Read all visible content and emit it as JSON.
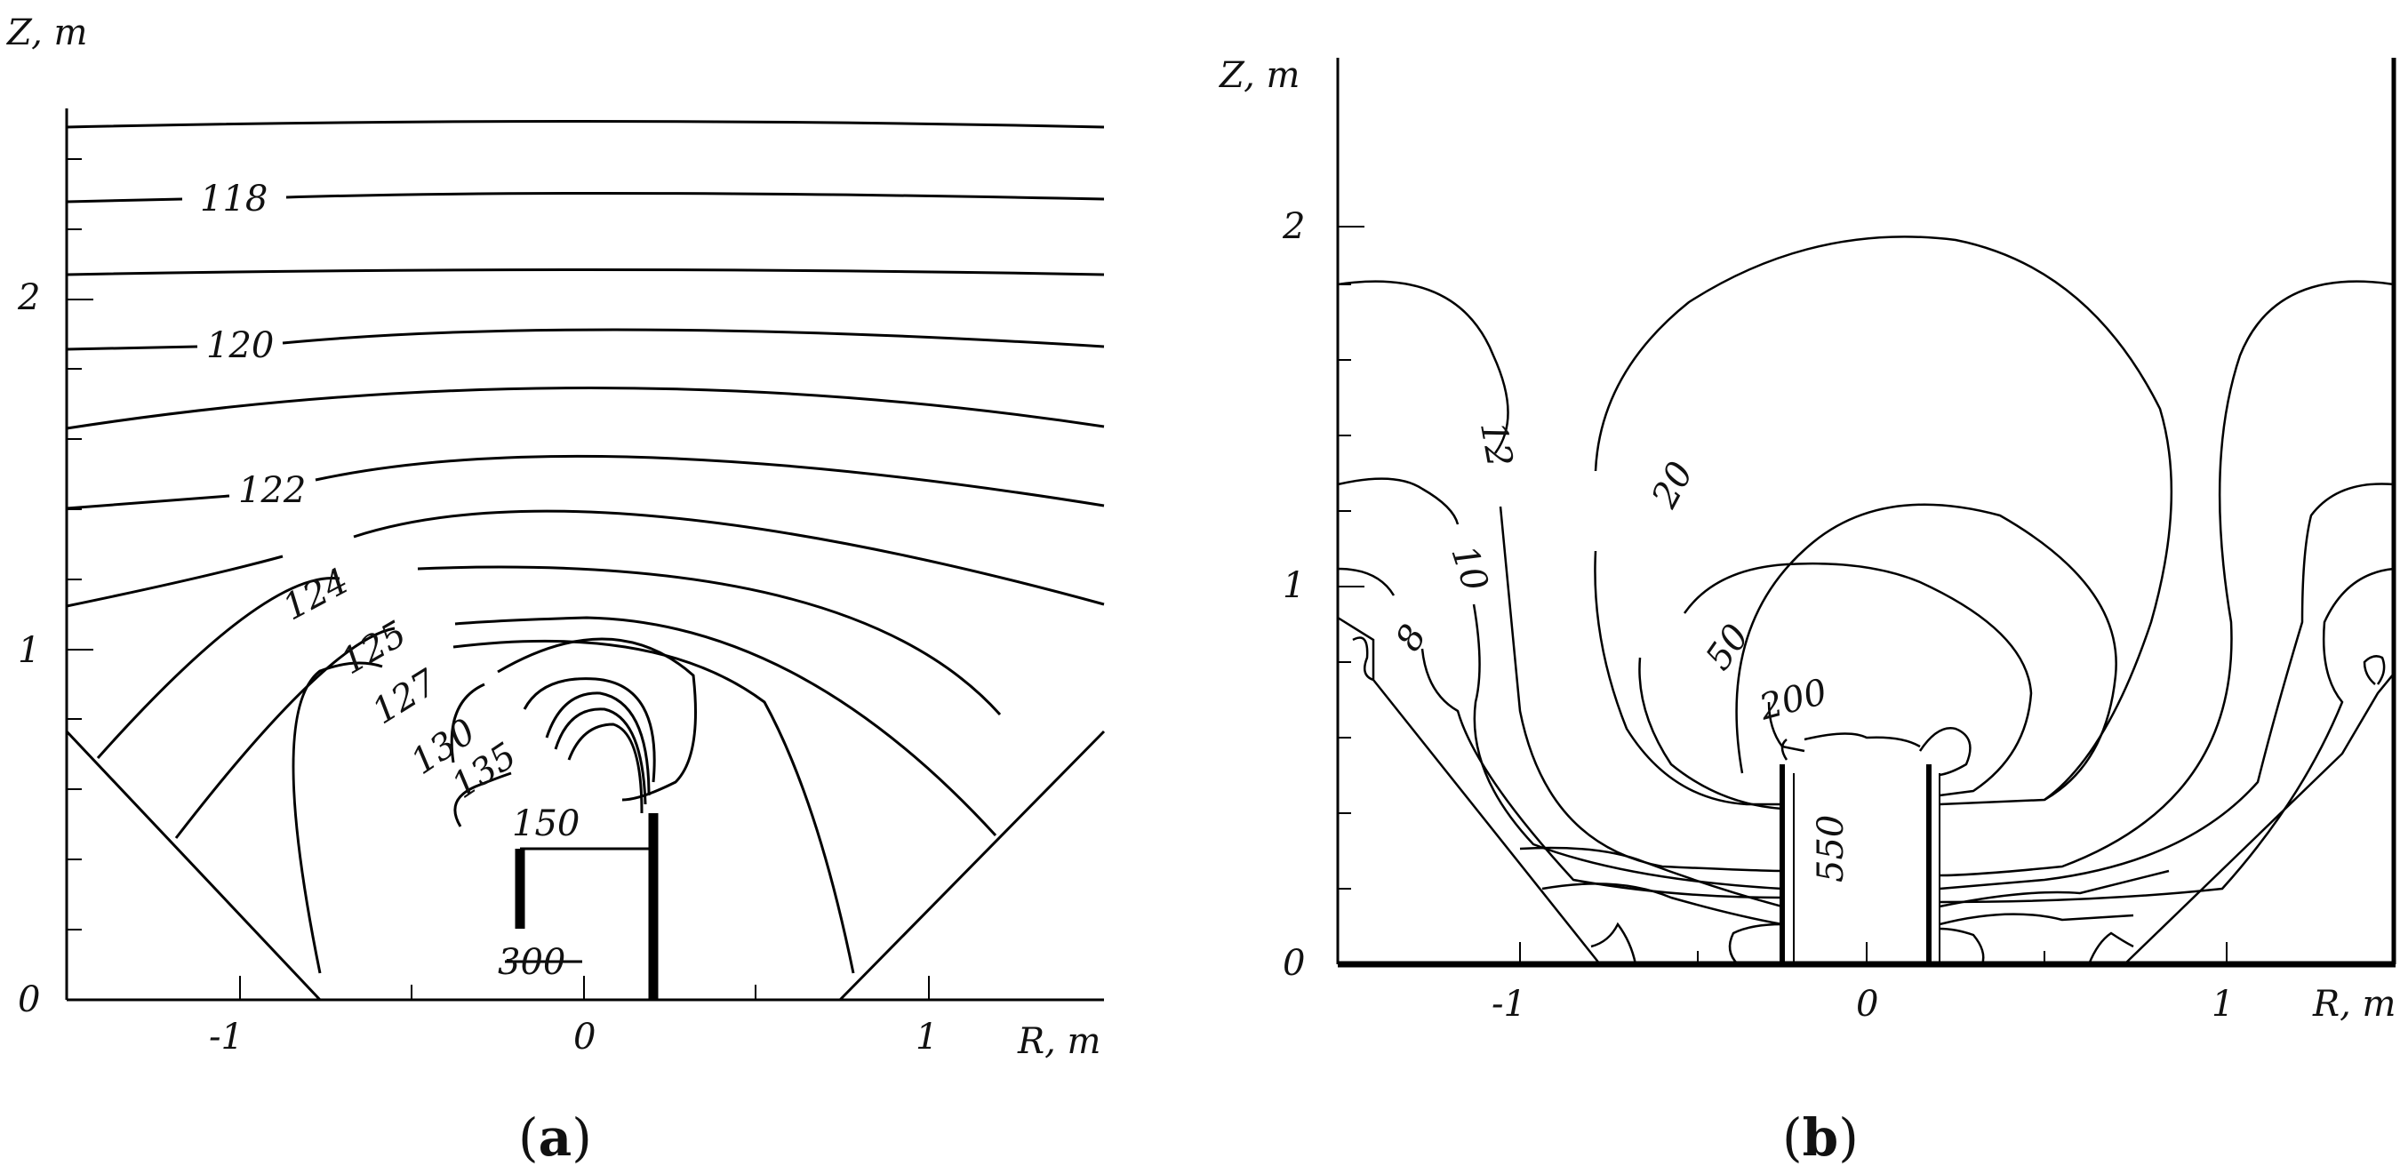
{
  "chart_data": [
    {
      "type": "contour",
      "caption": "a",
      "xlabel": "R, m",
      "ylabel": "Z, m",
      "xlim": [
        -1.5,
        1.5
      ],
      "ylim": [
        0,
        2.5
      ],
      "x_ticks": [
        "-1",
        "0",
        "1"
      ],
      "y_ticks": [
        "0",
        "1",
        "2"
      ],
      "contour_labels": [
        {
          "text": "118",
          "R": -1.05,
          "Z": 2.29
        },
        {
          "text": "120",
          "R": -1.0,
          "Z": 1.87
        },
        {
          "text": "122",
          "R": -0.9,
          "Z": 1.46
        },
        {
          "text": "124",
          "R": -0.75,
          "Z": 1.17
        },
        {
          "text": "125",
          "R": -0.59,
          "Z": 1.03
        },
        {
          "text": "127",
          "R": -0.51,
          "Z": 0.88
        },
        {
          "text": "130",
          "R": -0.39,
          "Z": 0.73
        },
        {
          "text": "135",
          "R": -0.27,
          "Z": 0.66
        },
        {
          "text": "150",
          "R": -0.12,
          "Z": 0.5
        },
        {
          "text": "300",
          "R": -0.15,
          "Z": 0.1
        }
      ]
    },
    {
      "type": "contour",
      "caption": "b",
      "xlabel": "R, m",
      "ylabel": "Z, m",
      "xlim": [
        -1.45,
        1.45
      ],
      "ylim": [
        0,
        2.5
      ],
      "x_ticks": [
        "-1",
        "0",
        "1"
      ],
      "y_ticks": [
        "0",
        "1",
        "2"
      ],
      "contour_labels": [
        {
          "text": "12",
          "R": -1.01,
          "Z": 1.37
        },
        {
          "text": "20",
          "R": -0.5,
          "Z": 1.27
        },
        {
          "text": "10",
          "R": -1.16,
          "Z": 1.07
        },
        {
          "text": "8",
          "R": -1.25,
          "Z": 0.9
        },
        {
          "text": "50",
          "R": -0.38,
          "Z": 0.86
        },
        {
          "text": "200",
          "R": -0.17,
          "Z": 0.71
        },
        {
          "text": "550",
          "R": -0.15,
          "Z": 0.25
        }
      ]
    }
  ]
}
